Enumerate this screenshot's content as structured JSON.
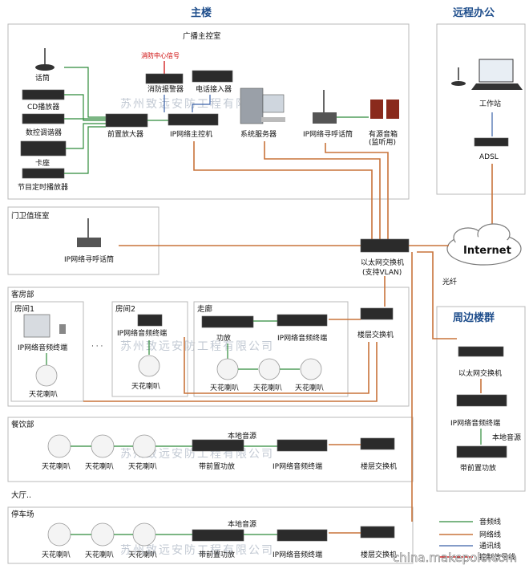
{
  "sections": {
    "main_building": "主楼",
    "broadcast_room": "广播主控室",
    "remote_office": "远程办公",
    "gate_room": "门卫值班室",
    "guest_dept": "客房部",
    "room1": "房间1",
    "room2": "房间2",
    "corridor": "走廊",
    "peripheral": "周边楼群",
    "dining": "餐饮部",
    "hall": "大厅..",
    "parking": "停车场"
  },
  "devices": {
    "mic": "话筒",
    "cd": "CD播放器",
    "tuner": "数控调谐器",
    "cassette": "卡座",
    "timer": "节目定时播放器",
    "preamp": "前置放大器",
    "fire_signal": "消防中心信号",
    "fire_alarm": "消防报警器",
    "phone": "电话接入器",
    "ip_host": "IP网络主控机",
    "server": "系统服务器",
    "ip_paging": "IP网络寻呼话筒",
    "monitor_spk": "有源音箱",
    "monitor_spk2": "(监听用)",
    "workstation": "工作站",
    "adsl": "ADSL",
    "internet": "Internet",
    "gate_paging": "IP网络寻呼话筒",
    "eth_switch": "以太网交换机",
    "eth_switch_vlan": "(支持VLAN)",
    "fiber": "光纤",
    "ip_term": "IP网络音频终端",
    "ceiling": "天花喇叭",
    "amp": "功放",
    "floor_switch": "楼层交换机",
    "local_src": "本地音源",
    "pre_amp_power": "带前置功放",
    "peri_switch": "以太网交换机",
    "dots": "· · ·"
  },
  "legend": {
    "audio": "音频线",
    "network": "网络线",
    "comm": "通讯线",
    "control": "控制信号线"
  },
  "watermark": "苏州致远安防工程有限公司",
  "site_mark": "china.makepolo.com",
  "colors": {
    "audio": "#2e8b3a",
    "network": "#c8733a",
    "comm": "#3a62a8",
    "title": "#1f4e8c"
  }
}
